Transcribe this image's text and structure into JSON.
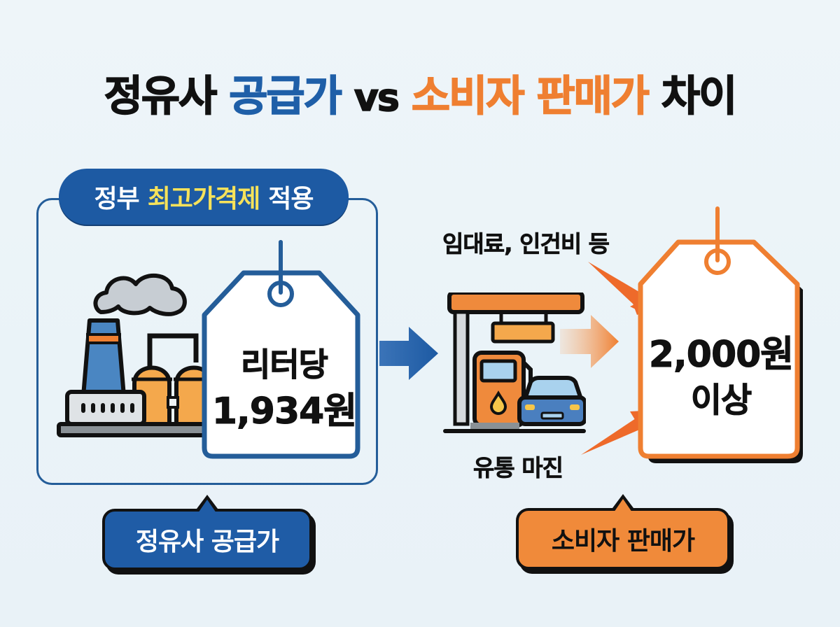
{
  "title": {
    "part1": "정유사",
    "part2": "공급가",
    "part3": "vs",
    "part4": "소비자 판매가",
    "part5": "차이"
  },
  "colors": {
    "background": "#eaf3f8",
    "blue": "#1f5ca6",
    "orange": "#ef7f31",
    "yellow_highlight": "#f6e25a",
    "text": "#111111"
  },
  "left_panel": {
    "header": {
      "prefix": "정부",
      "highlight": "최고가격제",
      "suffix": "적용"
    },
    "icon": "refinery-factory-icon",
    "price_tag": {
      "line1": "리터당",
      "line2": "1,934원"
    },
    "bubble_label": "정유사 공급가"
  },
  "flow_arrow": "right-arrow-icon",
  "right_panel": {
    "icon": "gas-station-icon",
    "cost_label_top": "임대료, 인건비 등",
    "cost_label_bottom": "유통 마진",
    "price_tag": {
      "line1": "2,000원",
      "line2": "이상"
    },
    "bubble_label": "소비자 판매가"
  }
}
